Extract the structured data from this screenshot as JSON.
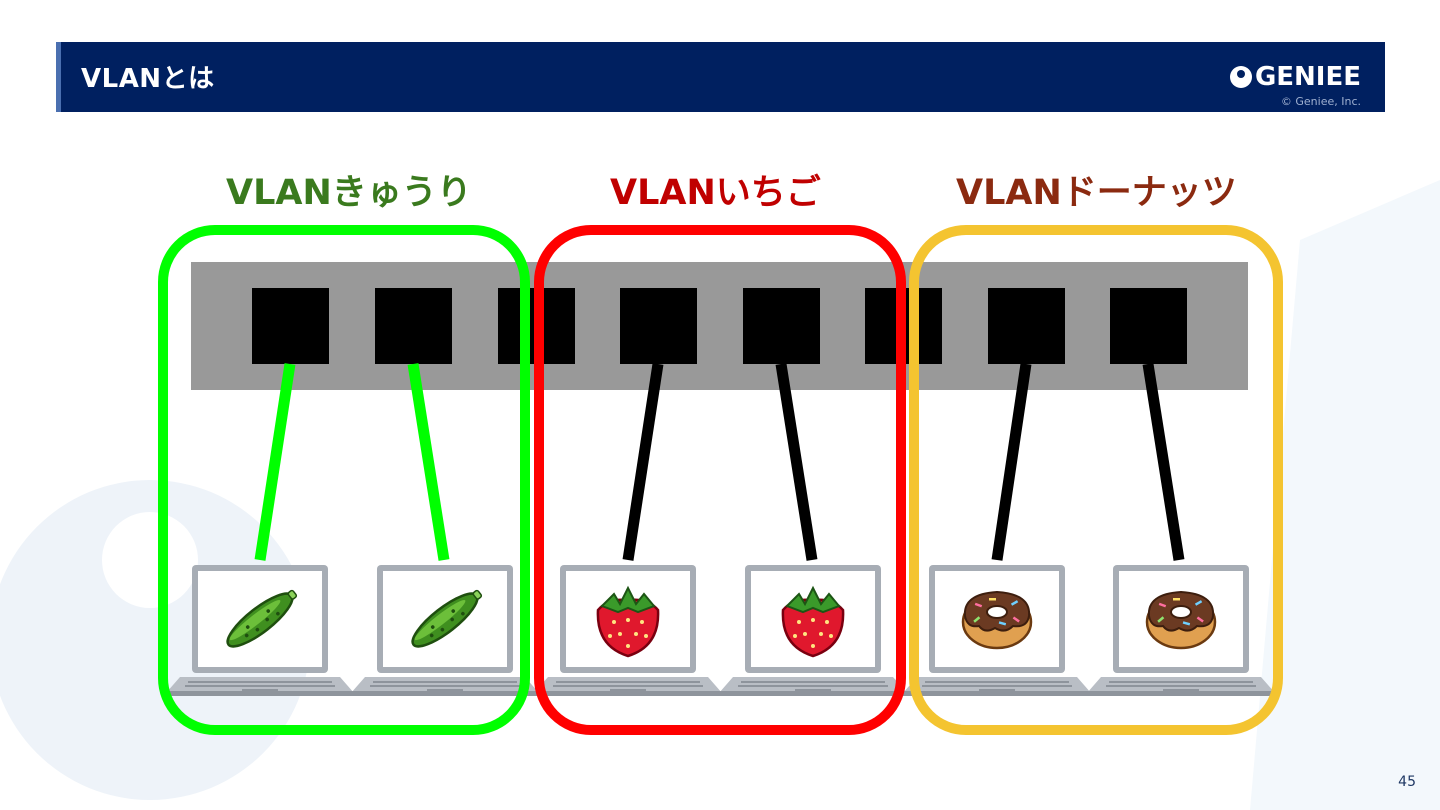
{
  "slide": {
    "title": "VLANとは",
    "logo_text": "GENIEE",
    "copyright": "© Geniee, Inc.",
    "page_number": "45"
  },
  "vlans": [
    {
      "label": "VLANきゅうり",
      "label_color": "#3a7a1e",
      "border_color": "#00ff00",
      "cable_color": "#00ff00",
      "item_icon": "cucumber-icon"
    },
    {
      "label": "VLANいちご",
      "label_color": "#c00000",
      "border_color": "#ff0000",
      "cable_color": "#000000",
      "item_icon": "strawberry-icon"
    },
    {
      "label": "VLANドーナッツ",
      "label_color": "#8b2a10",
      "border_color": "#f4c430",
      "cable_color": "#000000",
      "item_icon": "donut-icon"
    }
  ],
  "switch": {
    "ports": 8,
    "body_color": "#999999",
    "port_color": "#000000"
  }
}
